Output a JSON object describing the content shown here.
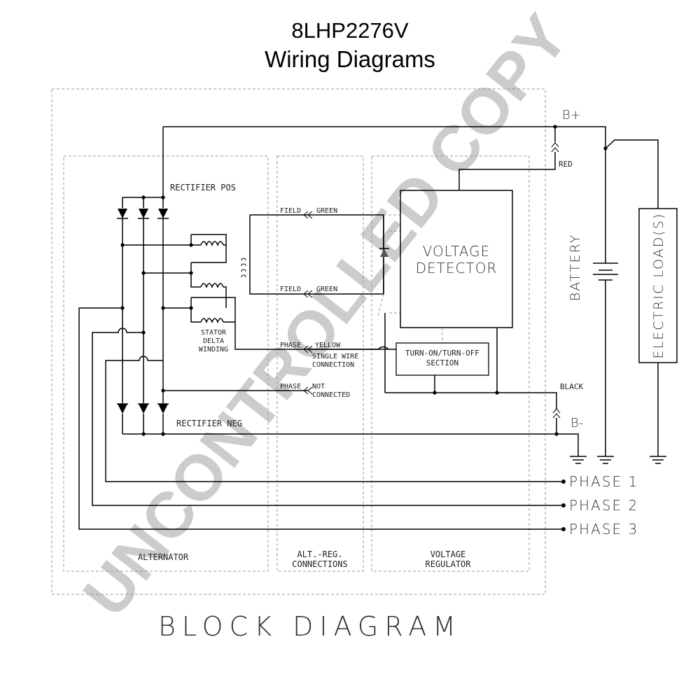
{
  "header": {
    "model": "8LHP2276V",
    "subtitle": "Wiring Diagrams"
  },
  "diagram": {
    "caption": "BLOCK DIAGRAM",
    "watermark": "UNCONTROLLED COPY",
    "sections": {
      "alternator": "ALTERNATOR",
      "connections_1": "ALT.-REG.",
      "connections_2": "CONNECTIONS",
      "regulator_1": "VOLTAGE",
      "regulator_2": "REGULATOR"
    },
    "labels": {
      "rectifier_pos": "RECTIFIER POS",
      "rectifier_neg": "RECTIFIER NEG",
      "stator_1": "STATOR",
      "stator_2": "DELTA",
      "stator_3": "WINDING",
      "field_top": "FIELD",
      "green_top": "GREEN",
      "field_bottom": "FIELD",
      "green_bottom": "GREEN",
      "phase_yellow": "PHASE",
      "yellow": "YELLOW",
      "single_wire_1": "SINGLE WIRE",
      "single_wire_2": "CONNECTION",
      "phase_nc": "PHASE",
      "not_connected_1": "NOT",
      "not_connected_2": "CONNECTED",
      "voltage_detector_1": "VOLTAGE",
      "voltage_detector_2": "DETECTOR",
      "turn_on_1": "TURN-ON/TURN-OFF",
      "turn_on_2": "SECTION",
      "red": "RED",
      "black": "BLACK",
      "b_plus": "B+",
      "b_minus": "B-",
      "battery": "BATTERY",
      "electric_load": "ELECTRIC LOAD(S)",
      "phase1": "PHASE 1",
      "phase2": "PHASE 2",
      "phase3": "PHASE 3"
    }
  }
}
